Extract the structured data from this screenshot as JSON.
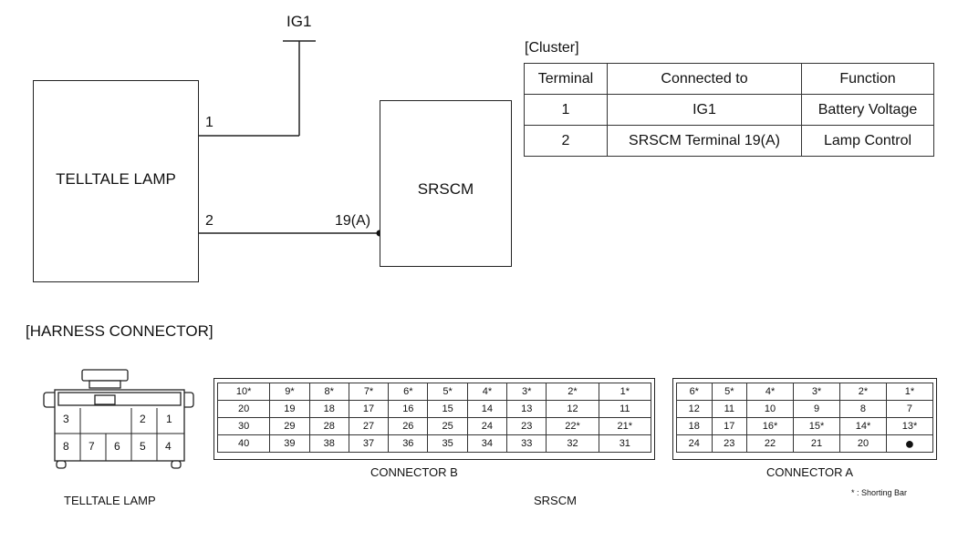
{
  "circuit": {
    "power_label": "IG1",
    "telltale_label": "TELLTALE LAMP",
    "srscm_label": "SRSCM",
    "pin1_label": "1",
    "pin2_label": "2",
    "srscm_pin_label": "19(A)"
  },
  "cluster_table": {
    "caption": "[Cluster]",
    "headers": [
      "Terminal",
      "Connected to",
      "Function"
    ],
    "rows": [
      [
        "1",
        "IG1",
        "Battery Voltage"
      ],
      [
        "2",
        "SRSCM Terminal 19(A)",
        "Lamp Control"
      ]
    ]
  },
  "harness": {
    "title": "[HARNESS CONNECTOR]",
    "telltale_connector": {
      "top_pins": [
        "3",
        "",
        "2",
        "1"
      ],
      "bottom_pins": [
        "8",
        "7",
        "6",
        "5",
        "4"
      ],
      "caption": "TELLTALE LAMP"
    },
    "connector_b": {
      "rows": [
        [
          "10*",
          "9*",
          "8*",
          "7*",
          "6*",
          "5*",
          "4*",
          "3*",
          "2*",
          "1*"
        ],
        [
          "20",
          "19",
          "18",
          "17",
          "16",
          "15",
          "14",
          "13",
          "12",
          "11"
        ],
        [
          "30",
          "29",
          "28",
          "27",
          "26",
          "25",
          "24",
          "23",
          "22*",
          "21*"
        ],
        [
          "40",
          "39",
          "38",
          "37",
          "36",
          "35",
          "34",
          "33",
          "32",
          "31"
        ]
      ],
      "caption": "CONNECTOR B"
    },
    "connector_a": {
      "rows": [
        [
          "6*",
          "5*",
          "4*",
          "3*",
          "2*",
          "1*"
        ],
        [
          "12",
          "11",
          "10",
          "9",
          "8",
          "7"
        ],
        [
          "18",
          "17",
          "16*",
          "15*",
          "14*",
          "13*"
        ],
        [
          "24",
          "23",
          "22",
          "21",
          "20",
          "●"
        ]
      ],
      "caption": "CONNECTOR A"
    },
    "srscm_caption": "SRSCM",
    "note": "* : Shorting Bar"
  }
}
